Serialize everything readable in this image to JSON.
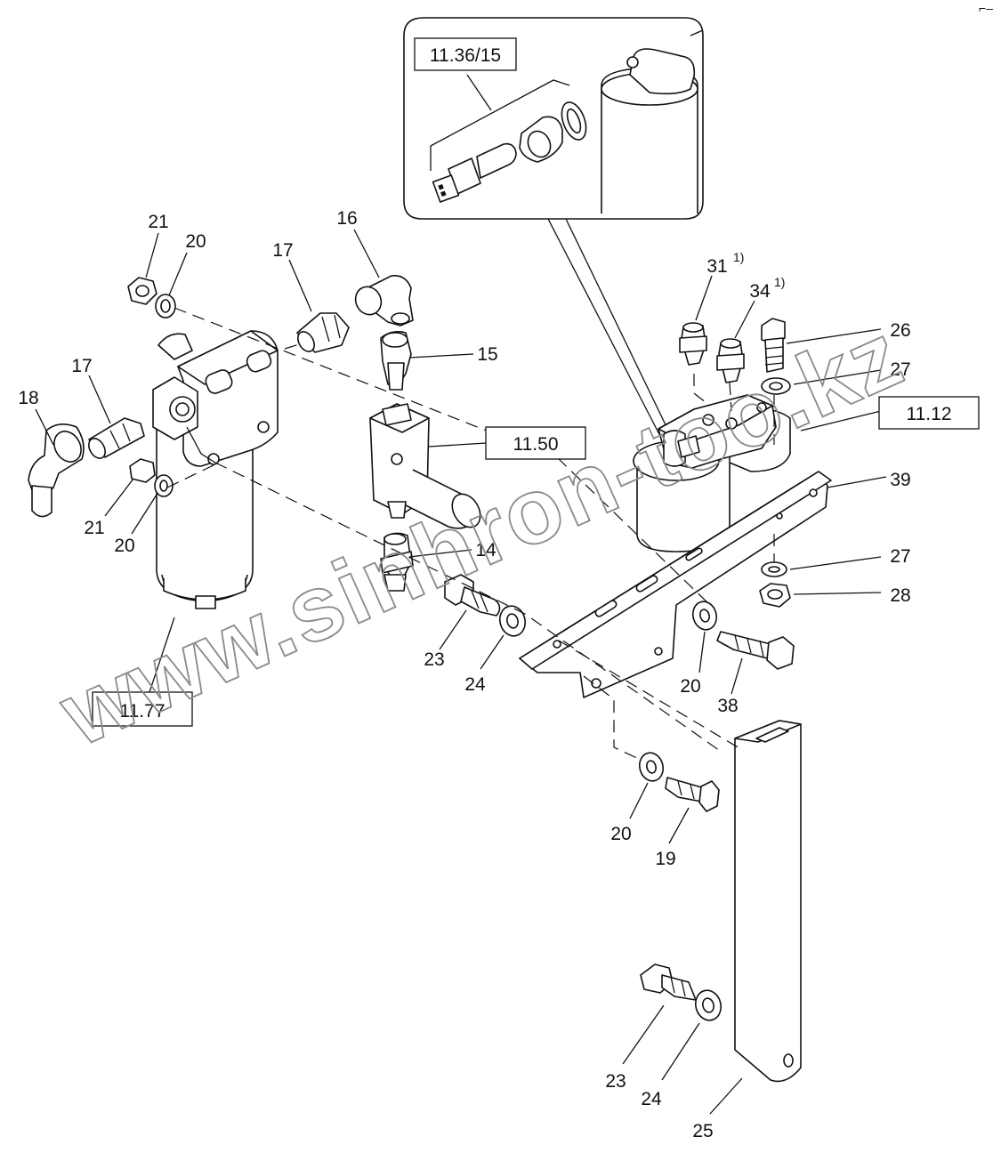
{
  "watermark": "www.sinhron-too.kz",
  "corner_mark": "⌐–",
  "callouts": [
    {
      "id": "c14",
      "number": "14",
      "sup": ""
    },
    {
      "id": "c15",
      "number": "15",
      "sup": ""
    },
    {
      "id": "c16",
      "number": "16",
      "sup": ""
    },
    {
      "id": "c17a",
      "number": "17",
      "sup": ""
    },
    {
      "id": "c17b",
      "number": "17",
      "sup": ""
    },
    {
      "id": "c18",
      "number": "18",
      "sup": ""
    },
    {
      "id": "c19",
      "number": "19",
      "sup": ""
    },
    {
      "id": "c20a",
      "number": "20",
      "sup": ""
    },
    {
      "id": "c20b",
      "number": "20",
      "sup": ""
    },
    {
      "id": "c20c",
      "number": "20",
      "sup": ""
    },
    {
      "id": "c20d",
      "number": "20",
      "sup": ""
    },
    {
      "id": "c21a",
      "number": "21",
      "sup": ""
    },
    {
      "id": "c21b",
      "number": "21",
      "sup": ""
    },
    {
      "id": "c23a",
      "number": "23",
      "sup": ""
    },
    {
      "id": "c23b",
      "number": "23",
      "sup": ""
    },
    {
      "id": "c24a",
      "number": "24",
      "sup": ""
    },
    {
      "id": "c24b",
      "number": "24",
      "sup": ""
    },
    {
      "id": "c25",
      "number": "25",
      "sup": ""
    },
    {
      "id": "c26",
      "number": "26",
      "sup": ""
    },
    {
      "id": "c27a",
      "number": "27",
      "sup": ""
    },
    {
      "id": "c27b",
      "number": "27",
      "sup": ""
    },
    {
      "id": "c28",
      "number": "28",
      "sup": ""
    },
    {
      "id": "c31",
      "number": "31",
      "sup": "1)"
    },
    {
      "id": "c34",
      "number": "34",
      "sup": "1)"
    },
    {
      "id": "c38",
      "number": "38",
      "sup": ""
    },
    {
      "id": "c39",
      "number": "39",
      "sup": ""
    }
  ],
  "references": [
    {
      "id": "r1136",
      "text": "11.36/15"
    },
    {
      "id": "r1150",
      "text": "11.50"
    },
    {
      "id": "r1112",
      "text": "11.12"
    },
    {
      "id": "r1177",
      "text": "11.77"
    }
  ]
}
